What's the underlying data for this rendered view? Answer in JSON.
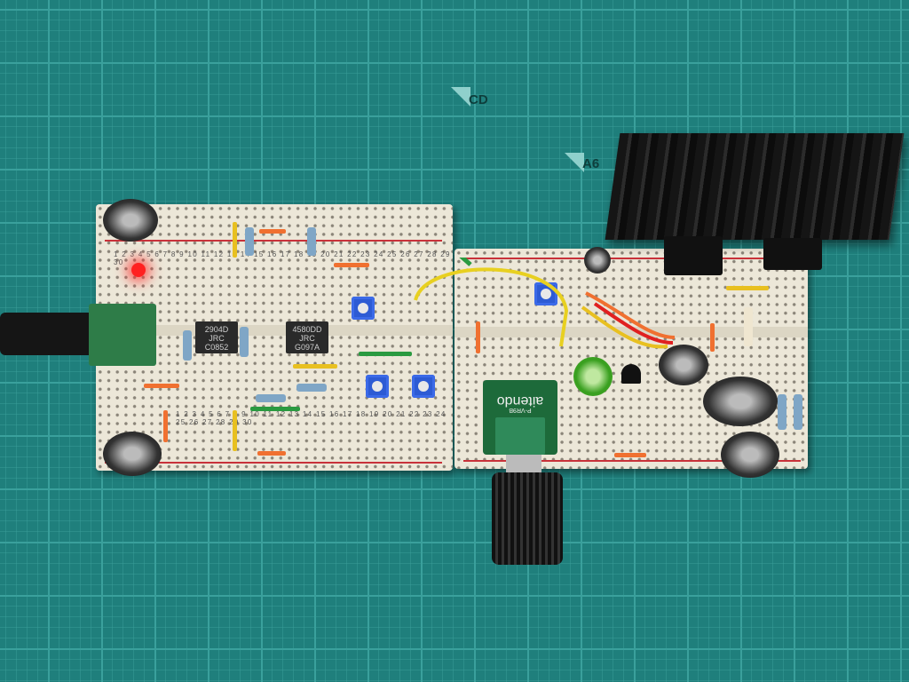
{
  "mat_labels": {
    "cd": "CD",
    "a6": "A6"
  },
  "chips": [
    {
      "part": "2904D",
      "maker": "JRC",
      "lot": "C0852"
    },
    {
      "part": "4580DD",
      "maker": "JRC",
      "lot": "G097A"
    }
  ],
  "pot_module": {
    "brand": "aitendo",
    "model": "P-VR9B"
  },
  "row_numbers": "1 2 3 4 5 6 7 8 9 10 11 12 13 14 15 16 17 18 19 20 21 22 23 24 25 26 27 28 29 30",
  "colors": {
    "mat": "#1f7f7c",
    "board": "#ece7d8",
    "led": "#ff2020"
  }
}
